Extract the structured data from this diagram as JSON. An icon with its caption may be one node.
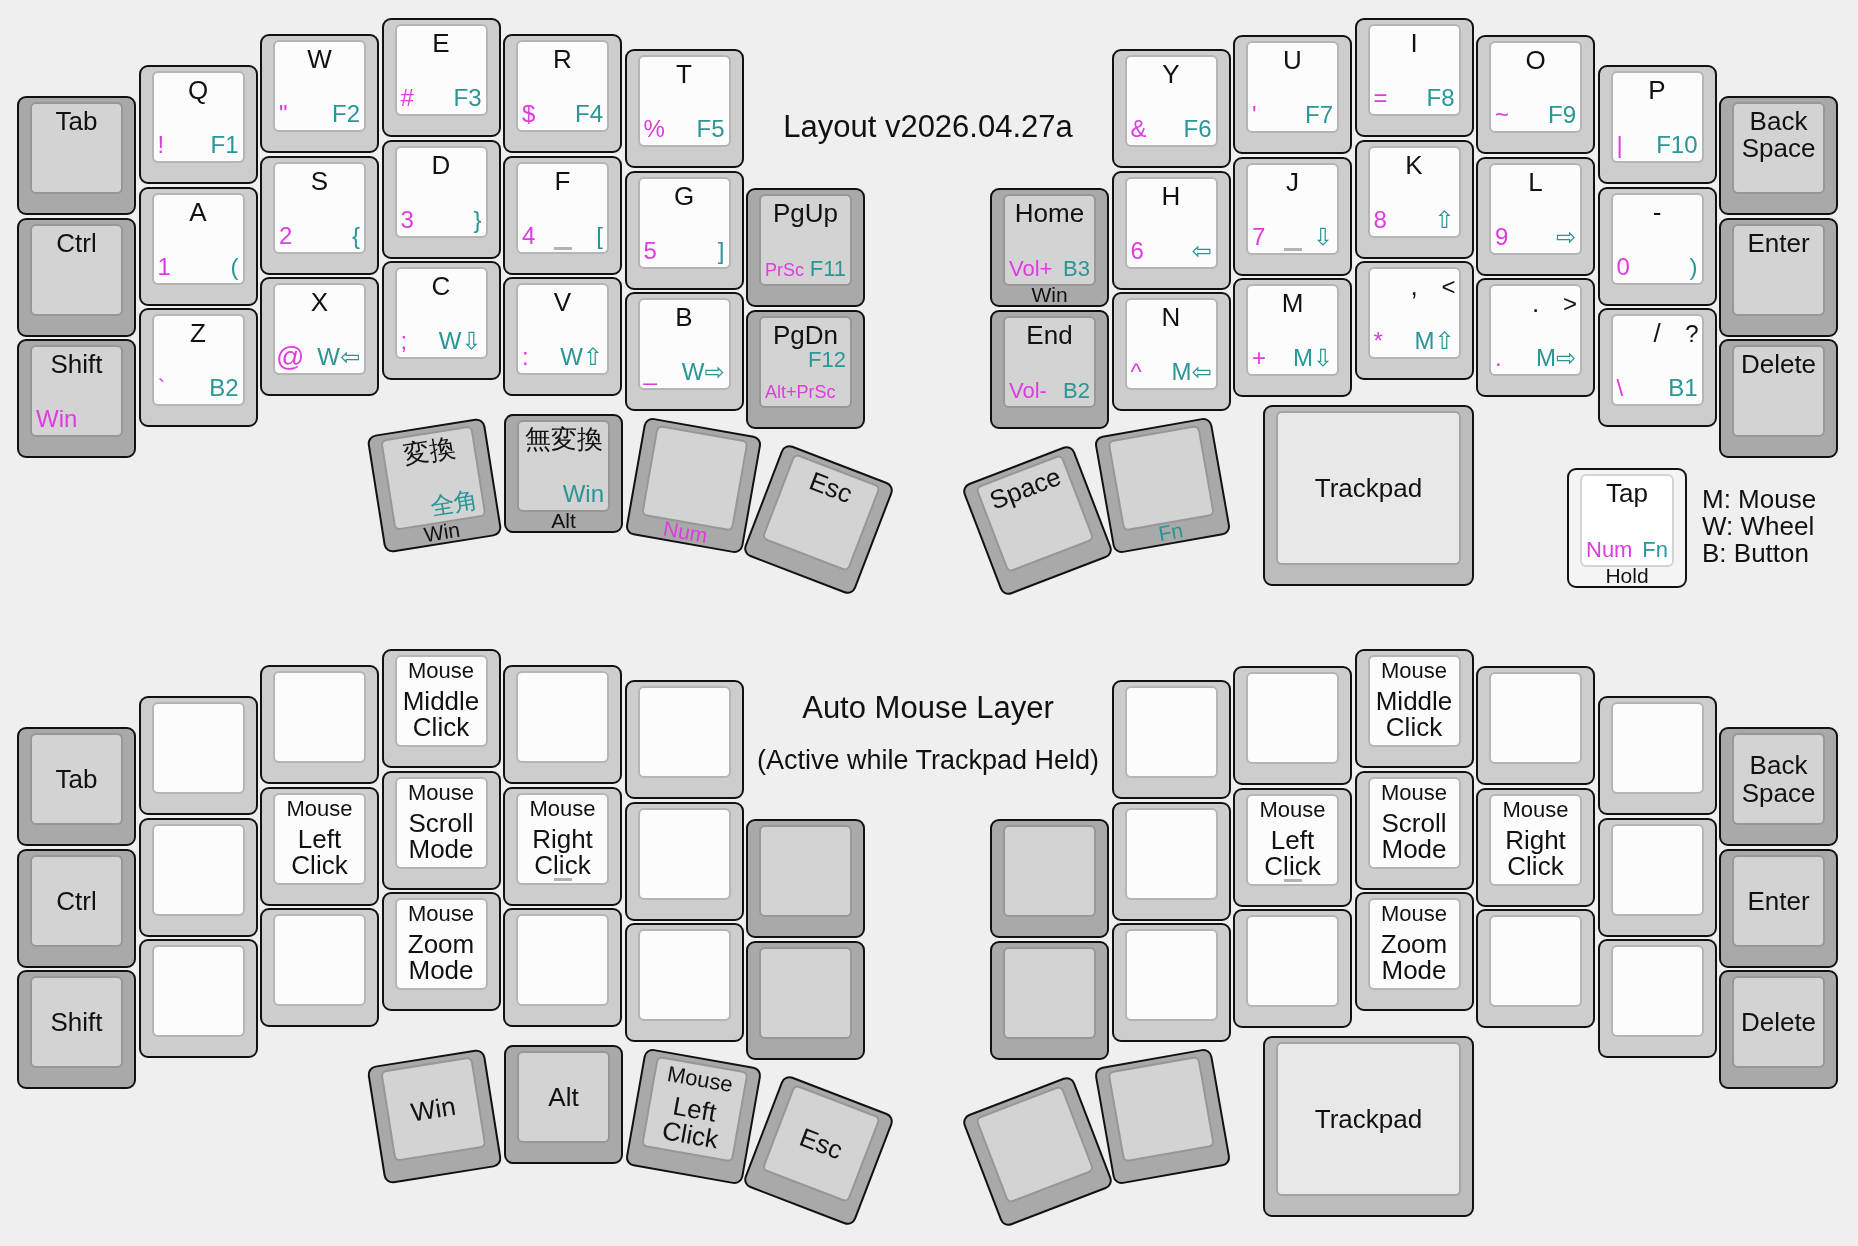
{
  "diagram": {
    "title": "Layout v2026.04.27a",
    "nodes": [
      {
        "text": [
          "Tab"
        ]
      },
      {
        "text": [
          "Q",
          "!",
          "F1"
        ]
      },
      {
        "text": [
          "W",
          "\"",
          "F2"
        ]
      },
      {
        "text": [
          "E",
          "#",
          "F3"
        ]
      },
      {
        "text": [
          "R",
          "$",
          "F4"
        ]
      },
      {
        "text": [
          "T",
          "%",
          "F5"
        ]
      },
      {
        "text": [
          "Ctrl"
        ]
      },
      {
        "text": [
          "A",
          "1",
          "("
        ]
      },
      {
        "text": [
          "S",
          "2",
          "{"
        ]
      },
      {
        "text": [
          "D",
          "3",
          "}"
        ]
      },
      {
        "text": [
          "F",
          "4",
          "["
        ]
      },
      {
        "text": [
          "G",
          "5",
          "]"
        ]
      },
      {
        "text": [
          "PgUp",
          "PrSc",
          "F11"
        ]
      },
      {
        "text": [
          "Shift",
          "Win"
        ]
      },
      {
        "text": [
          "Z",
          "`",
          "B2"
        ]
      },
      {
        "text": [
          "X",
          "@",
          "W⇦"
        ]
      },
      {
        "text": [
          "C",
          ";",
          "W⇩"
        ]
      },
      {
        "text": [
          "V",
          ":",
          "W⇧"
        ]
      },
      {
        "text": [
          "B",
          "_",
          "W⇨"
        ]
      },
      {
        "text": [
          "PgDn",
          "F12",
          "Alt+PrSc"
        ]
      },
      {
        "text": [
          "変換",
          "全角",
          "Win"
        ]
      },
      {
        "text": [
          "無変換",
          "Win",
          "Alt"
        ]
      },
      {
        "text": [
          "Num"
        ]
      },
      {
        "text": [
          "Esc"
        ]
      },
      {
        "text": [
          "Y",
          "&",
          "F6"
        ]
      },
      {
        "text": [
          "U",
          "'",
          "F7"
        ]
      },
      {
        "text": [
          "I",
          "=",
          "F8"
        ]
      },
      {
        "text": [
          "O",
          "~",
          "F9"
        ]
      },
      {
        "text": [
          "P",
          "|",
          "F10"
        ]
      },
      {
        "text": [
          "Back Space"
        ]
      },
      {
        "text": [
          "Home",
          "Vol+",
          "B3",
          "Win"
        ]
      },
      {
        "text": [
          "H",
          "6",
          "⇦"
        ]
      },
      {
        "text": [
          "J",
          "7",
          "⇩"
        ]
      },
      {
        "text": [
          "K",
          "8",
          "⇧"
        ]
      },
      {
        "text": [
          "L",
          "9",
          "⇨"
        ]
      },
      {
        "text": [
          "-",
          "0",
          ")"
        ]
      },
      {
        "text": [
          "Enter"
        ]
      },
      {
        "text": [
          "End",
          "Vol-",
          "B2"
        ]
      },
      {
        "text": [
          "N",
          "^",
          "M⇦"
        ]
      },
      {
        "text": [
          "M",
          "+",
          "M⇩"
        ]
      },
      {
        "text": [
          ",",
          "<",
          "*",
          "M⇧"
        ]
      },
      {
        "text": [
          ".",
          ">",
          ".",
          "M⇨"
        ]
      },
      {
        "text": [
          "/",
          "?",
          "\\",
          "B1"
        ]
      },
      {
        "text": [
          "Delete"
        ]
      },
      {
        "text": [
          "Space"
        ]
      },
      {
        "text": [
          "Fn"
        ]
      },
      {
        "text": [
          "Trackpad"
        ]
      },
      {
        "text": [
          "Tap",
          "Num",
          "Fn",
          "Hold"
        ]
      },
      {
        "text": [
          "Tab"
        ]
      },
      {
        "text": [],
        "shape": "box"
      },
      {
        "text": [],
        "shape": "box"
      },
      {
        "text": [
          "Mouse",
          "Middle Click"
        ]
      },
      {
        "text": [],
        "shape": "box"
      },
      {
        "text": [],
        "shape": "box"
      },
      {
        "text": [
          "Ctrl"
        ]
      },
      {
        "text": [],
        "shape": "box"
      },
      {
        "text": [
          "Mouse",
          "Left Click"
        ]
      },
      {
        "text": [
          "Mouse",
          "Scroll Mode"
        ]
      },
      {
        "text": [
          "Mouse",
          "Right Click"
        ]
      },
      {
        "text": [],
        "shape": "box"
      },
      {
        "text": [],
        "shape": "box"
      },
      {
        "text": [
          "Shift"
        ]
      },
      {
        "text": [],
        "shape": "box"
      },
      {
        "text": [],
        "shape": "box"
      },
      {
        "text": [
          "Mouse",
          "Zoom Mode"
        ]
      },
      {
        "text": [],
        "shape": "box"
      },
      {
        "text": [],
        "shape": "box"
      },
      {
        "text": [],
        "shape": "box"
      },
      {
        "text": [
          "Win"
        ]
      },
      {
        "text": [
          "Alt"
        ]
      },
      {
        "text": [
          "Mouse",
          "Left Click"
        ]
      },
      {
        "text": [
          "Esc"
        ]
      },
      {
        "text": [],
        "shape": "box"
      },
      {
        "text": [],
        "shape": "box"
      },
      {
        "text": [
          "Mouse",
          "Middle Click"
        ]
      },
      {
        "text": [],
        "shape": "box"
      },
      {
        "text": [],
        "shape": "box"
      },
      {
        "text": [
          "Back Space"
        ]
      },
      {
        "text": [],
        "shape": "box"
      },
      {
        "text": [],
        "shape": "box"
      },
      {
        "text": [
          "Mouse",
          "Left Click"
        ]
      },
      {
        "text": [
          "Mouse",
          "Scroll Mode"
        ]
      },
      {
        "text": [
          "Mouse",
          "Right Click"
        ]
      },
      {
        "text": [],
        "shape": "box"
      },
      {
        "text": [
          "Enter"
        ]
      },
      {
        "text": [],
        "shape": "box"
      },
      {
        "text": [],
        "shape": "box"
      },
      {
        "text": [],
        "shape": "box"
      },
      {
        "text": [
          "Mouse",
          "Zoom Mode"
        ]
      },
      {
        "text": [],
        "shape": "box"
      },
      {
        "text": [],
        "shape": "box"
      },
      {
        "text": [
          "Delete"
        ]
      },
      {
        "text": [],
        "shape": "box"
      },
      {
        "text": [],
        "shape": "box"
      },
      {
        "text": [
          "Trackpad"
        ]
      }
    ],
    "labels": [
      "M: Mouse",
      "W: Wheel",
      "B: Button",
      "Auto Mouse Layer",
      "(Active while Trackpad Held)"
    ]
  }
}
